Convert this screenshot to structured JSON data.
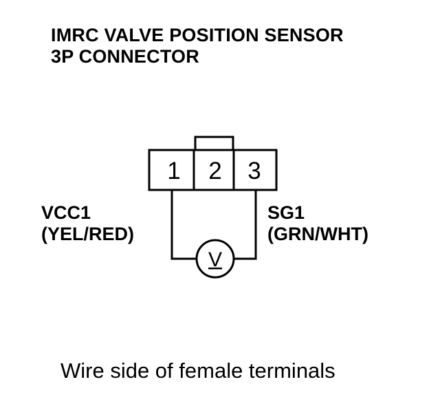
{
  "title": {
    "line1": "IMRC VALVE POSITION SENSOR",
    "line2": "3P CONNECTOR"
  },
  "connector": {
    "terminals": [
      "1",
      "2",
      "3"
    ]
  },
  "meter": {
    "symbol": "V"
  },
  "wires": {
    "left": {
      "name": "VCC1",
      "color": "(YEL/RED)"
    },
    "right": {
      "name": "SG1",
      "color": "(GRN/WHT)"
    }
  },
  "caption": "Wire side of female terminals"
}
